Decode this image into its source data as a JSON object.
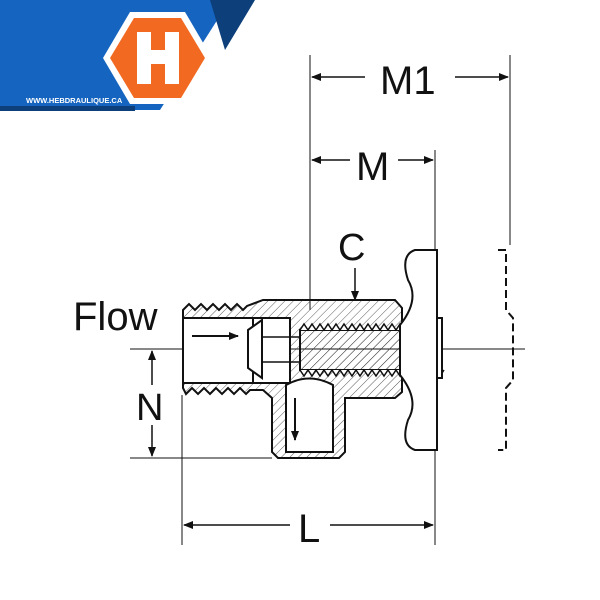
{
  "logo": {
    "letter": "H",
    "website": "WWW.HEBDRAULIQUE.CA",
    "colors": {
      "blue": "#1565c0",
      "dark_blue": "#0d3f7a",
      "orange": "#f26a21"
    }
  },
  "diagram": {
    "flow_label": "Flow",
    "dimensions": {
      "m1": "M1",
      "m": "M",
      "c": "C",
      "n": "N",
      "l": "L"
    }
  }
}
